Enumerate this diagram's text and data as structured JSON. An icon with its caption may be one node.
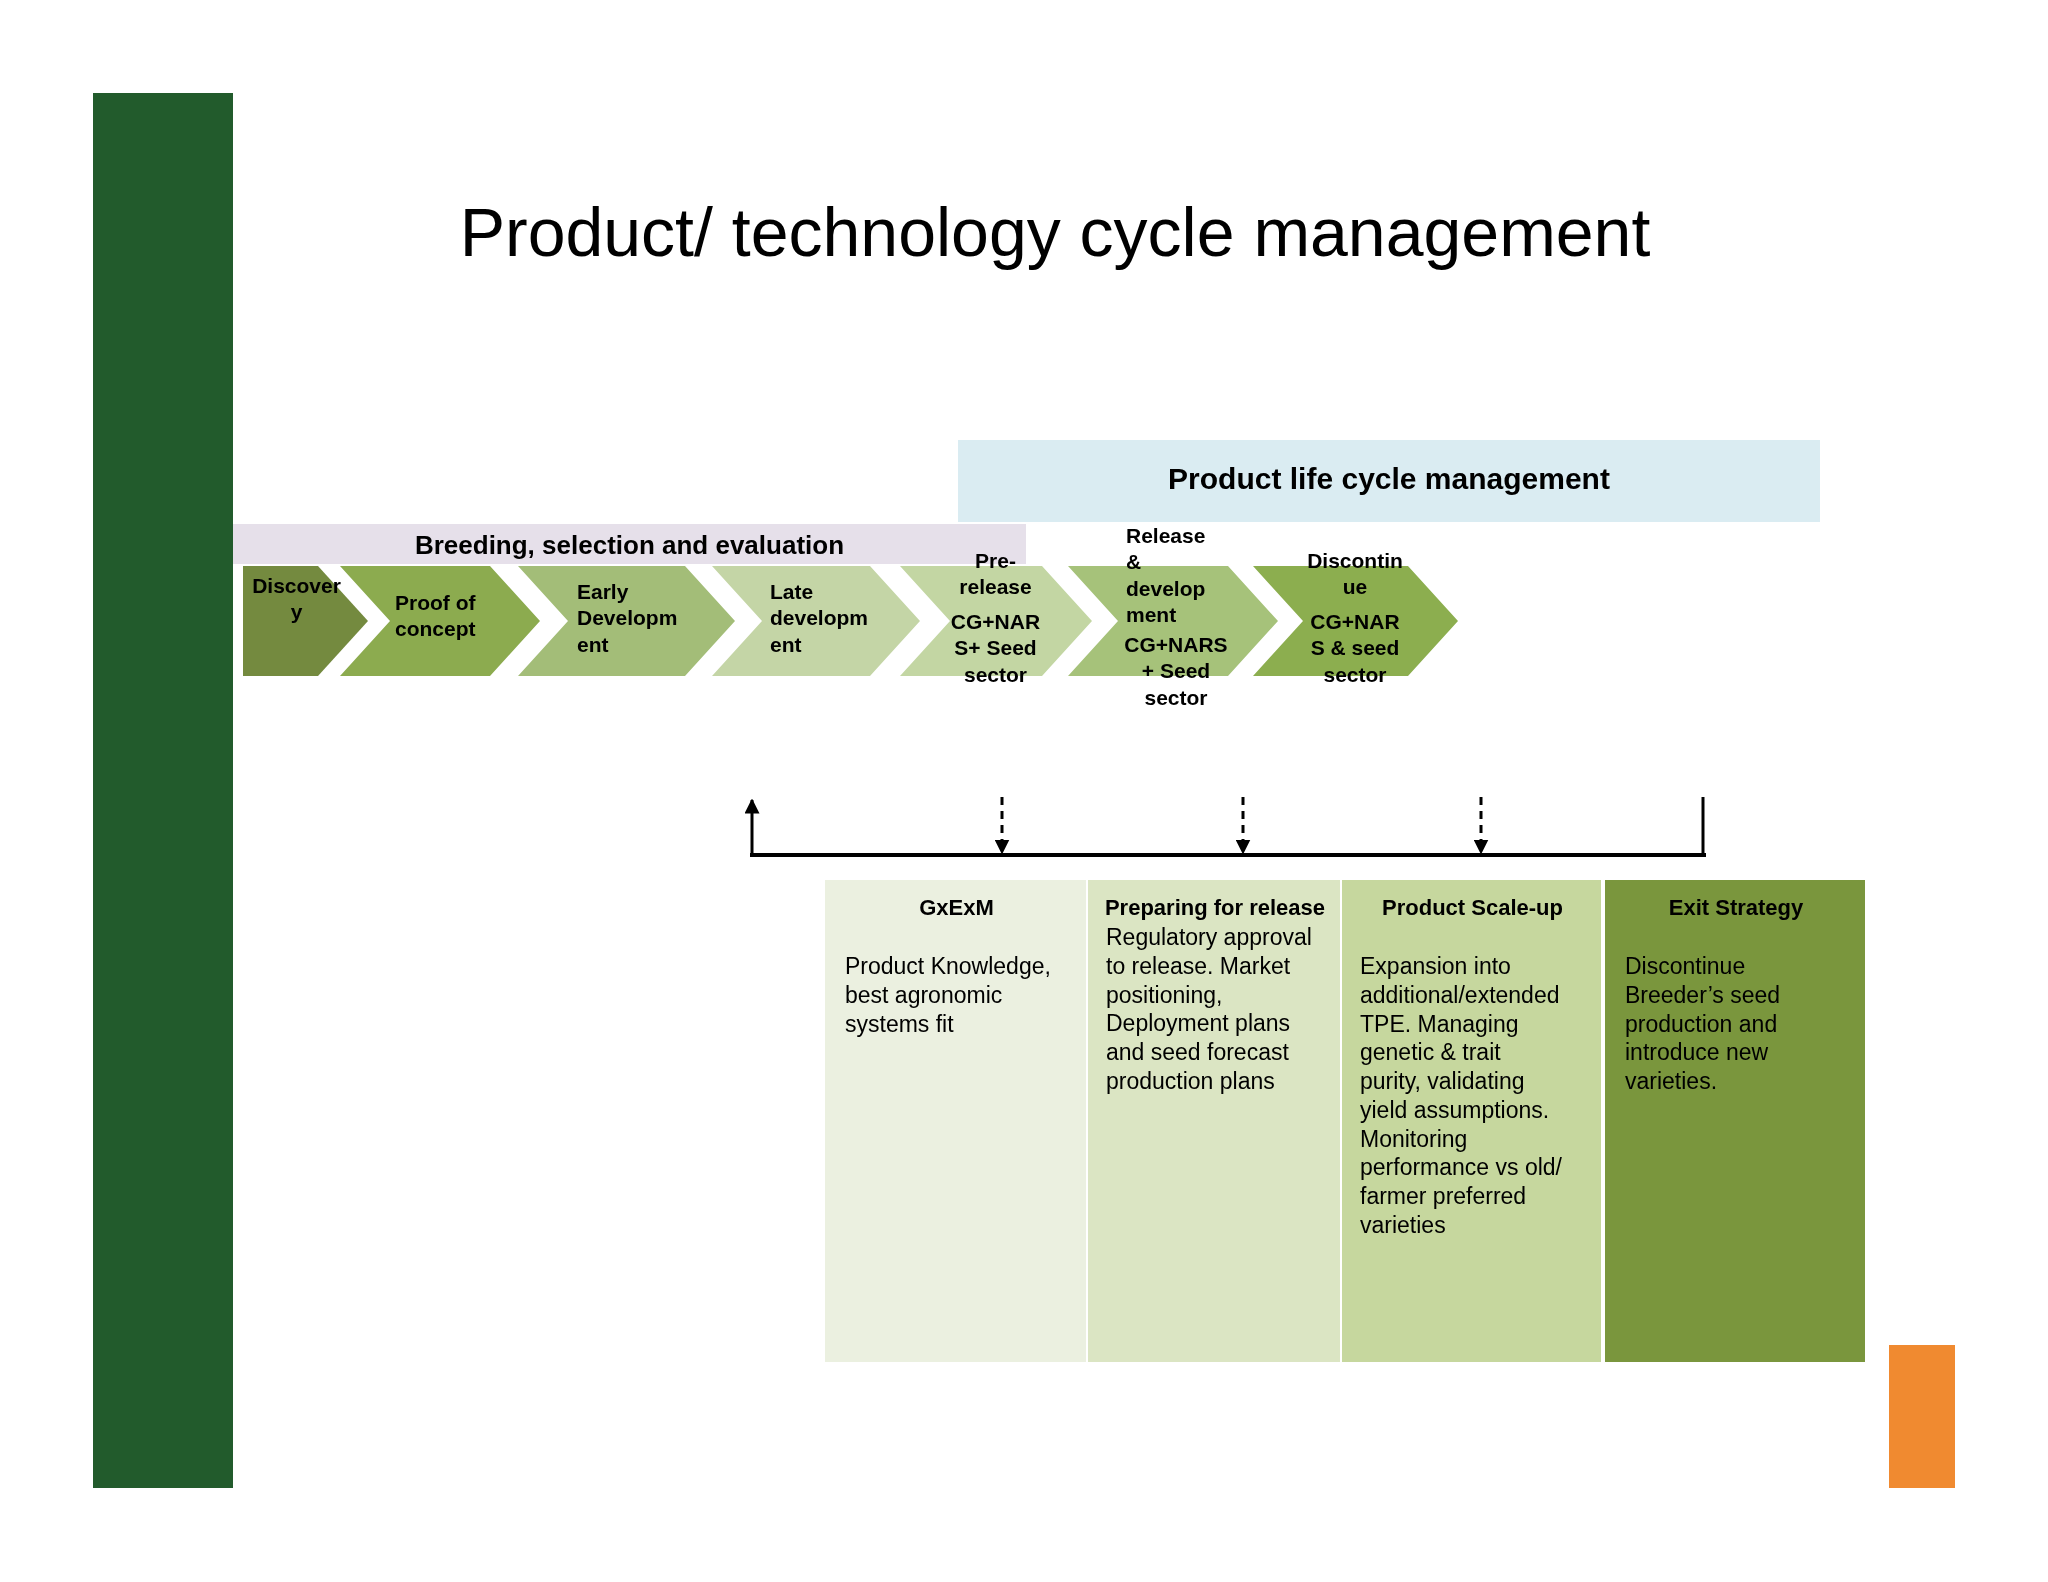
{
  "diagram": {
    "title": "Product/ technology cycle management",
    "nodes": [
      {
        "text": [
          "Product life cycle management"
        ]
      },
      {
        "text": [
          "Breeding, selection and evaluation"
        ]
      },
      {
        "text": [
          "Discover y"
        ]
      },
      {
        "text": [
          "Proof of concept"
        ]
      },
      {
        "text": [
          "Early Developm ent"
        ]
      },
      {
        "text": [
          "Late developm ent"
        ]
      },
      {
        "text": [
          "Pre- release",
          "CG+NAR S+ Seed sector"
        ]
      },
      {
        "text": [
          "Release & develop ment",
          "CG+NARS + Seed sector"
        ]
      },
      {
        "text": [
          "Discontin ue",
          "CG+NAR S & seed sector"
        ]
      },
      {
        "text": [
          "GxExM",
          "Product Knowledge, best agronomic systems fit"
        ]
      },
      {
        "text": [
          "Preparing for release",
          "Regulatory approval to release. Market positioning, Deployment plans and seed forecast production plans"
        ]
      },
      {
        "text": [
          "Product Scale-up",
          "Expansion into additional/extended TPE. Managing genetic & trait purity, validating yield assumptions. Monitoring performance vs old/ farmer preferred varieties"
        ]
      },
      {
        "text": [
          "Exit Strategy",
          "Discontinue Breeder’s seed production and introduce new varieties."
        ]
      },
      {
        "text": [],
        "shape": "bar"
      }
    ],
    "edges": [
      {
        "from": 13,
        "to": null,
        "arrow": "to"
      },
      {
        "from": null,
        "to": 13,
        "arrow": "to",
        "style": "dashed"
      },
      {
        "from": null,
        "to": 13,
        "arrow": "to",
        "style": "dashed"
      },
      {
        "from": null,
        "to": 13,
        "arrow": "to",
        "style": "dashed"
      },
      {
        "from": 13,
        "to": null,
        "arrow": "none"
      }
    ]
  }
}
